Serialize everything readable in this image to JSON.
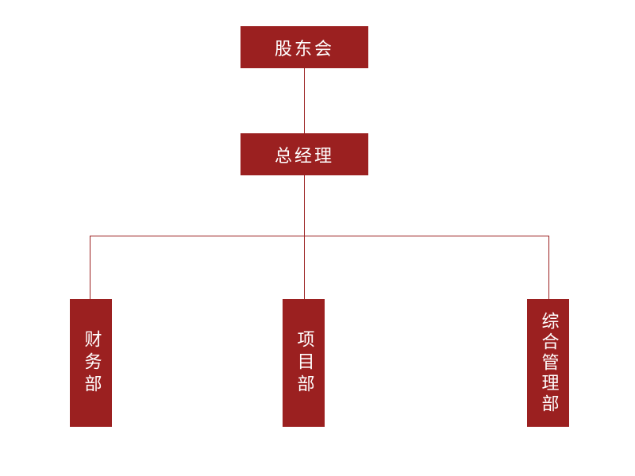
{
  "theme": {
    "box_color": "#9b2020",
    "line_color": "#9b2020",
    "text_color": "#ffffff",
    "background": "#ffffff"
  },
  "org_chart": {
    "top": {
      "label": "股东会"
    },
    "middle": {
      "label": "总经理"
    },
    "departments": [
      {
        "label": "财务部"
      },
      {
        "label": "项目部"
      },
      {
        "label": "综合管理部"
      }
    ]
  }
}
